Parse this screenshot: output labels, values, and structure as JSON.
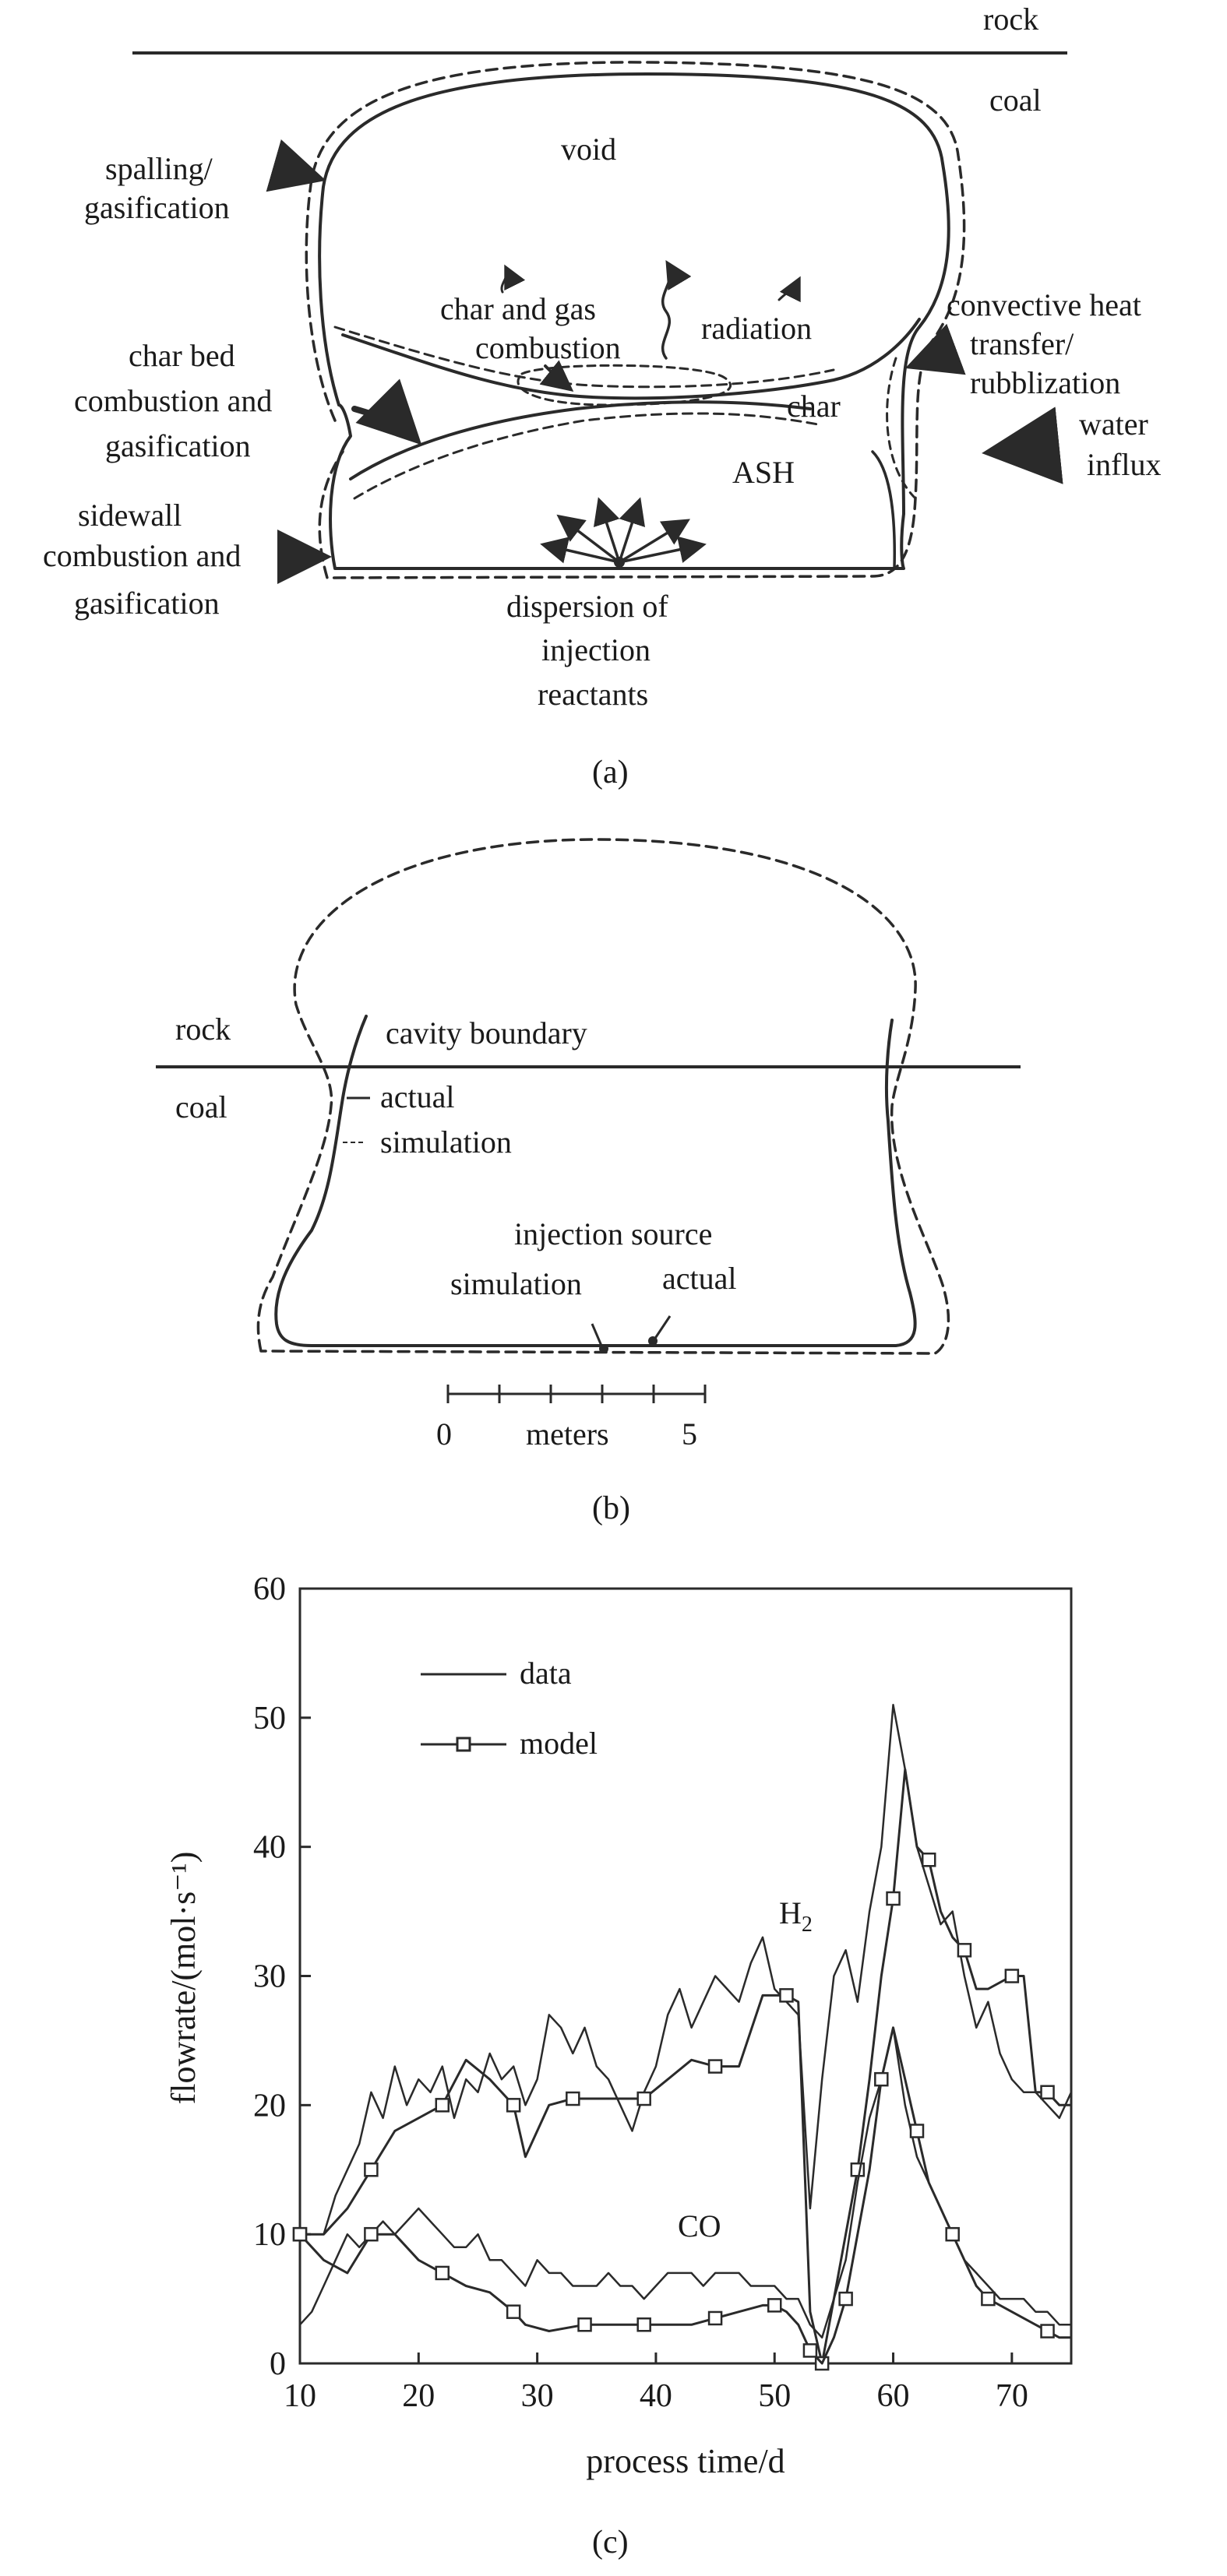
{
  "panel_a": {
    "caption": "(a)",
    "labels": {
      "rock": "rock",
      "coal": "coal",
      "void": "void",
      "spalling_1": "spalling/",
      "spalling_2": "gasification",
      "char_gas_1": "char and gas",
      "char_gas_2": "combustion",
      "radiation": "radiation",
      "convective_1": "convective heat",
      "convective_2": "transfer/",
      "convective_3": "rubblization",
      "charbed_1": "char bed",
      "charbed_2": "combustion and",
      "charbed_3": "gasification",
      "char": "char",
      "water_1": "water",
      "water_2": "influx",
      "ash": "ASH",
      "sidewall_1": "sidewall",
      "sidewall_2": "combustion and",
      "sidewall_3": "gasification",
      "dispersion_1": "dispersion of",
      "dispersion_2": "injection",
      "dispersion_3": "reactants"
    }
  },
  "panel_b": {
    "caption": "(b)",
    "labels": {
      "rock": "rock",
      "coal": "coal",
      "cavity_boundary": "cavity boundary",
      "actual": "actual",
      "simulation": "simulation",
      "injection_source": "injection source",
      "simulation2": "simulation",
      "actual2": "actual",
      "scale_zero": "0",
      "scale_unit": "meters",
      "scale_five": "5"
    }
  },
  "panel_c": {
    "caption": "(c)"
  },
  "chart_data": {
    "type": "line",
    "xlabel": "process time/d",
    "ylabel": "flowrate/(mol·s⁻¹)",
    "xlim": [
      10,
      75
    ],
    "ylim": [
      0,
      60
    ],
    "xticks": [
      10,
      20,
      30,
      40,
      50,
      60,
      70
    ],
    "yticks": [
      0,
      10,
      20,
      30,
      40,
      50,
      60
    ],
    "legend": {
      "position": "top-left",
      "entries": [
        "data",
        "model"
      ]
    },
    "annotations": {
      "h2": "H",
      "h2_sub": "2",
      "co": "CO"
    },
    "series": [
      {
        "name": "data",
        "group": "H2",
        "x": [
          10,
          12,
          13,
          14,
          15,
          16,
          17,
          18,
          19,
          20,
          21,
          22,
          23,
          24,
          25,
          26,
          27,
          28,
          29,
          30,
          31,
          32,
          33,
          34,
          35,
          36,
          37,
          38,
          39,
          40,
          41,
          42,
          43,
          44,
          45,
          46,
          47,
          48,
          49,
          50,
          51,
          52,
          53,
          54,
          55,
          56,
          57,
          58,
          59,
          60,
          61,
          62,
          63,
          64,
          65,
          66,
          67,
          68,
          69,
          70,
          71,
          72,
          73,
          74,
          75
        ],
        "y": [
          10,
          10,
          13,
          15,
          17,
          21,
          19,
          23,
          20,
          22,
          21,
          23,
          19,
          22,
          21,
          24,
          22,
          23,
          20,
          22,
          27,
          26,
          24,
          26,
          23,
          22,
          20,
          18,
          21,
          23,
          27,
          29,
          26,
          28,
          30,
          29,
          28,
          31,
          33,
          29,
          28,
          27,
          12,
          22,
          30,
          32,
          28,
          35,
          40,
          51,
          46,
          40,
          37,
          34,
          35,
          30,
          26,
          28,
          24,
          22,
          21,
          21,
          20,
          19,
          21
        ]
      },
      {
        "name": "model",
        "group": "H2",
        "x": [
          10,
          12,
          14,
          16,
          18,
          20,
          22,
          24,
          26,
          28,
          29,
          31,
          33,
          35,
          37,
          39,
          41,
          43,
          45,
          47,
          49,
          51,
          52,
          53,
          54,
          55,
          56,
          57,
          58,
          59,
          60,
          61,
          62,
          63,
          64,
          65,
          66,
          67,
          68,
          70,
          71,
          72,
          73,
          74,
          75
        ],
        "y": [
          10,
          10,
          12,
          15,
          18,
          19,
          20,
          23.5,
          22,
          20,
          16,
          20,
          20.5,
          20.5,
          20.5,
          20.5,
          22,
          23.5,
          23,
          23,
          28.5,
          28.5,
          28,
          4,
          0,
          5,
          10,
          15,
          22,
          30,
          36,
          46,
          40,
          39,
          35,
          33,
          32,
          29,
          29,
          30,
          30,
          21,
          21,
          20,
          20
        ]
      },
      {
        "name": "data",
        "group": "CO",
        "x": [
          10,
          11,
          12,
          13,
          14,
          15,
          16,
          17,
          18,
          19,
          20,
          21,
          22,
          23,
          24,
          25,
          26,
          27,
          28,
          29,
          30,
          31,
          32,
          33,
          34,
          35,
          36,
          37,
          38,
          39,
          40,
          41,
          42,
          43,
          44,
          45,
          46,
          47,
          48,
          49,
          50,
          51,
          52,
          53,
          54,
          55,
          56,
          57,
          58,
          59,
          60,
          61,
          62,
          63,
          64,
          65,
          66,
          67,
          68,
          69,
          70,
          71,
          72,
          73,
          74,
          75
        ],
        "y": [
          3,
          4,
          6,
          8,
          10,
          9,
          10,
          11,
          10,
          11,
          12,
          11,
          10,
          9,
          9,
          10,
          8,
          8,
          7,
          6,
          8,
          7,
          7,
          6,
          6,
          6,
          7,
          6,
          6,
          5,
          6,
          7,
          7,
          7,
          6,
          7,
          7,
          7,
          6,
          6,
          6,
          5,
          5,
          3,
          2,
          5,
          8,
          14,
          19,
          22,
          26,
          20,
          16,
          14,
          12,
          10,
          8,
          7,
          6,
          5,
          5,
          5,
          4,
          4,
          3,
          3
        ]
      },
      {
        "name": "model",
        "group": "CO",
        "x": [
          10,
          12,
          14,
          16,
          18,
          20,
          22,
          24,
          26,
          28,
          29,
          31,
          34,
          36,
          38,
          39,
          41,
          43,
          45,
          47,
          49,
          50,
          51,
          52,
          53,
          54,
          55,
          56,
          57,
          58,
          59,
          60,
          61,
          62,
          63,
          64,
          65,
          66,
          67,
          68,
          70,
          72,
          73,
          74,
          75
        ],
        "y": [
          10,
          8,
          7,
          10,
          10,
          8,
          7,
          6,
          5.5,
          4,
          3,
          2.5,
          3,
          3,
          3,
          3,
          3,
          3,
          3.5,
          4,
          4.5,
          4.5,
          4,
          3,
          1,
          0,
          2,
          5,
          10,
          15,
          22,
          26,
          22,
          18,
          14,
          12,
          10,
          8,
          6,
          5,
          4,
          3,
          2.5,
          2,
          2
        ]
      }
    ]
  }
}
